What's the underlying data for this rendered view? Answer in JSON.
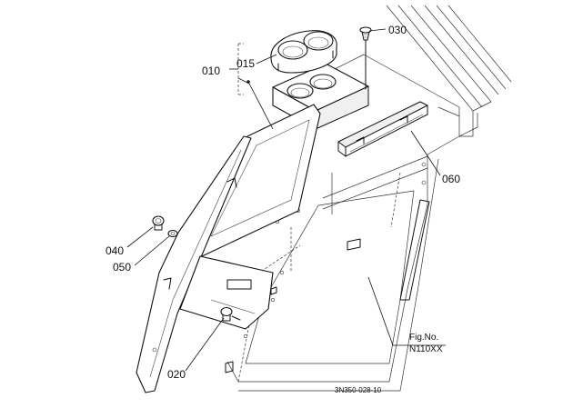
{
  "callouts": {
    "p010": "010",
    "p015": "015",
    "p020": "020",
    "p030": "030",
    "p040": "040",
    "p050": "050",
    "p060": "060"
  },
  "figure": {
    "label": "Fig.No.",
    "number": "N110XX"
  },
  "drawing_code": "3N350-028-10"
}
